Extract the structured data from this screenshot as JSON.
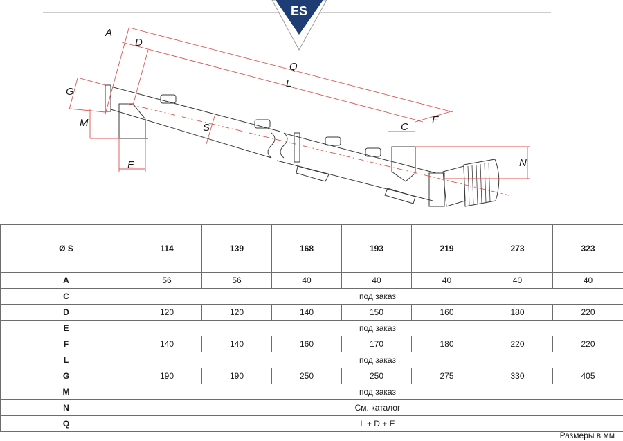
{
  "header": {
    "badge_label": "ES",
    "badge_color": "#1f3d75"
  },
  "drawing": {
    "dimension_labels": {
      "A": "A",
      "D": "D",
      "Q": "Q",
      "L": "L",
      "G": "G",
      "M": "M",
      "S": "S",
      "E": "E",
      "C": "C",
      "F": "F",
      "N": "N"
    },
    "dimension_color": "#d9534f",
    "line_color": "#3a3a3a"
  },
  "table": {
    "header_label": "Ø S",
    "diameters": [
      "114",
      "139",
      "168",
      "193",
      "219",
      "273",
      "323"
    ],
    "rows": [
      {
        "label": "A",
        "values": [
          "56",
          "56",
          "40",
          "40",
          "40",
          "40",
          "40"
        ]
      },
      {
        "label": "C",
        "merged": "под заказ"
      },
      {
        "label": "D",
        "values": [
          "120",
          "120",
          "140",
          "150",
          "160",
          "180",
          "220"
        ]
      },
      {
        "label": "E",
        "merged": "под заказ"
      },
      {
        "label": "F",
        "values": [
          "140",
          "140",
          "160",
          "170",
          "180",
          "220",
          "220"
        ]
      },
      {
        "label": "L",
        "merged": "под заказ"
      },
      {
        "label": "G",
        "values": [
          "190",
          "190",
          "250",
          "250",
          "275",
          "330",
          "405"
        ]
      },
      {
        "label": "M",
        "merged": "под заказ"
      },
      {
        "label": "N",
        "merged": "См. каталог"
      },
      {
        "label": "Q",
        "merged": "L + D + E"
      }
    ]
  },
  "footnote": "Размеры в мм"
}
